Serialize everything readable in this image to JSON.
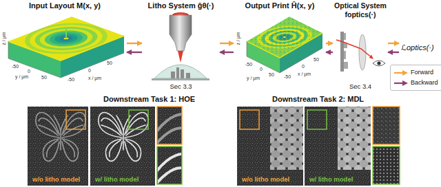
{
  "diagram": {
    "nodes": [
      {
        "text": [
          "Input Layout M(x, y)"
        ]
      },
      {
        "text": [
          "Litho System ĝθ(·)",
          "Sec 3.3"
        ]
      },
      {
        "text": [
          "Output Print Ĥ(x, y)"
        ]
      },
      {
        "text": [
          "Optical System foptics(·)",
          "Sec 3.4"
        ]
      },
      {
        "text": [
          "ℒoptics(·)"
        ]
      },
      {
        "text": [
          "Downstream Task 1: HOE"
        ]
      },
      {
        "text": [
          "w/o litho model"
        ],
        "in": 5
      },
      {
        "text": [
          "w/ litho model"
        ],
        "in": 5
      },
      {
        "text": [
          "Downstream Task 2: MDL"
        ]
      },
      {
        "text": [
          "w/o litho model"
        ],
        "in": 8
      },
      {
        "text": [
          "w/ litho model"
        ],
        "in": 8
      }
    ],
    "edges": [
      {
        "from": 0,
        "to": 1,
        "arrow": "to"
      },
      {
        "from": 1,
        "to": 0,
        "arrow": "to"
      },
      {
        "from": 1,
        "to": 2,
        "arrow": "to"
      },
      {
        "from": 2,
        "to": 1,
        "arrow": "to"
      },
      {
        "from": 2,
        "to": 3,
        "arrow": "to"
      },
      {
        "from": 3,
        "to": 2,
        "arrow": "to"
      },
      {
        "from": 3,
        "to": 4,
        "arrow": "to"
      },
      {
        "from": 4,
        "to": 3,
        "arrow": "to"
      }
    ],
    "labels": [
      "z / μm",
      "y / μm",
      "x / μm",
      "-50",
      "0",
      "50",
      "-50",
      "0",
      "50",
      "z / μm",
      "y / μm",
      "x / μm",
      "-50",
      "0",
      "50",
      "-50",
      "0",
      "50"
    ],
    "legend": [
      {
        "text": "Forward"
      },
      {
        "text": "Backward"
      }
    ]
  }
}
